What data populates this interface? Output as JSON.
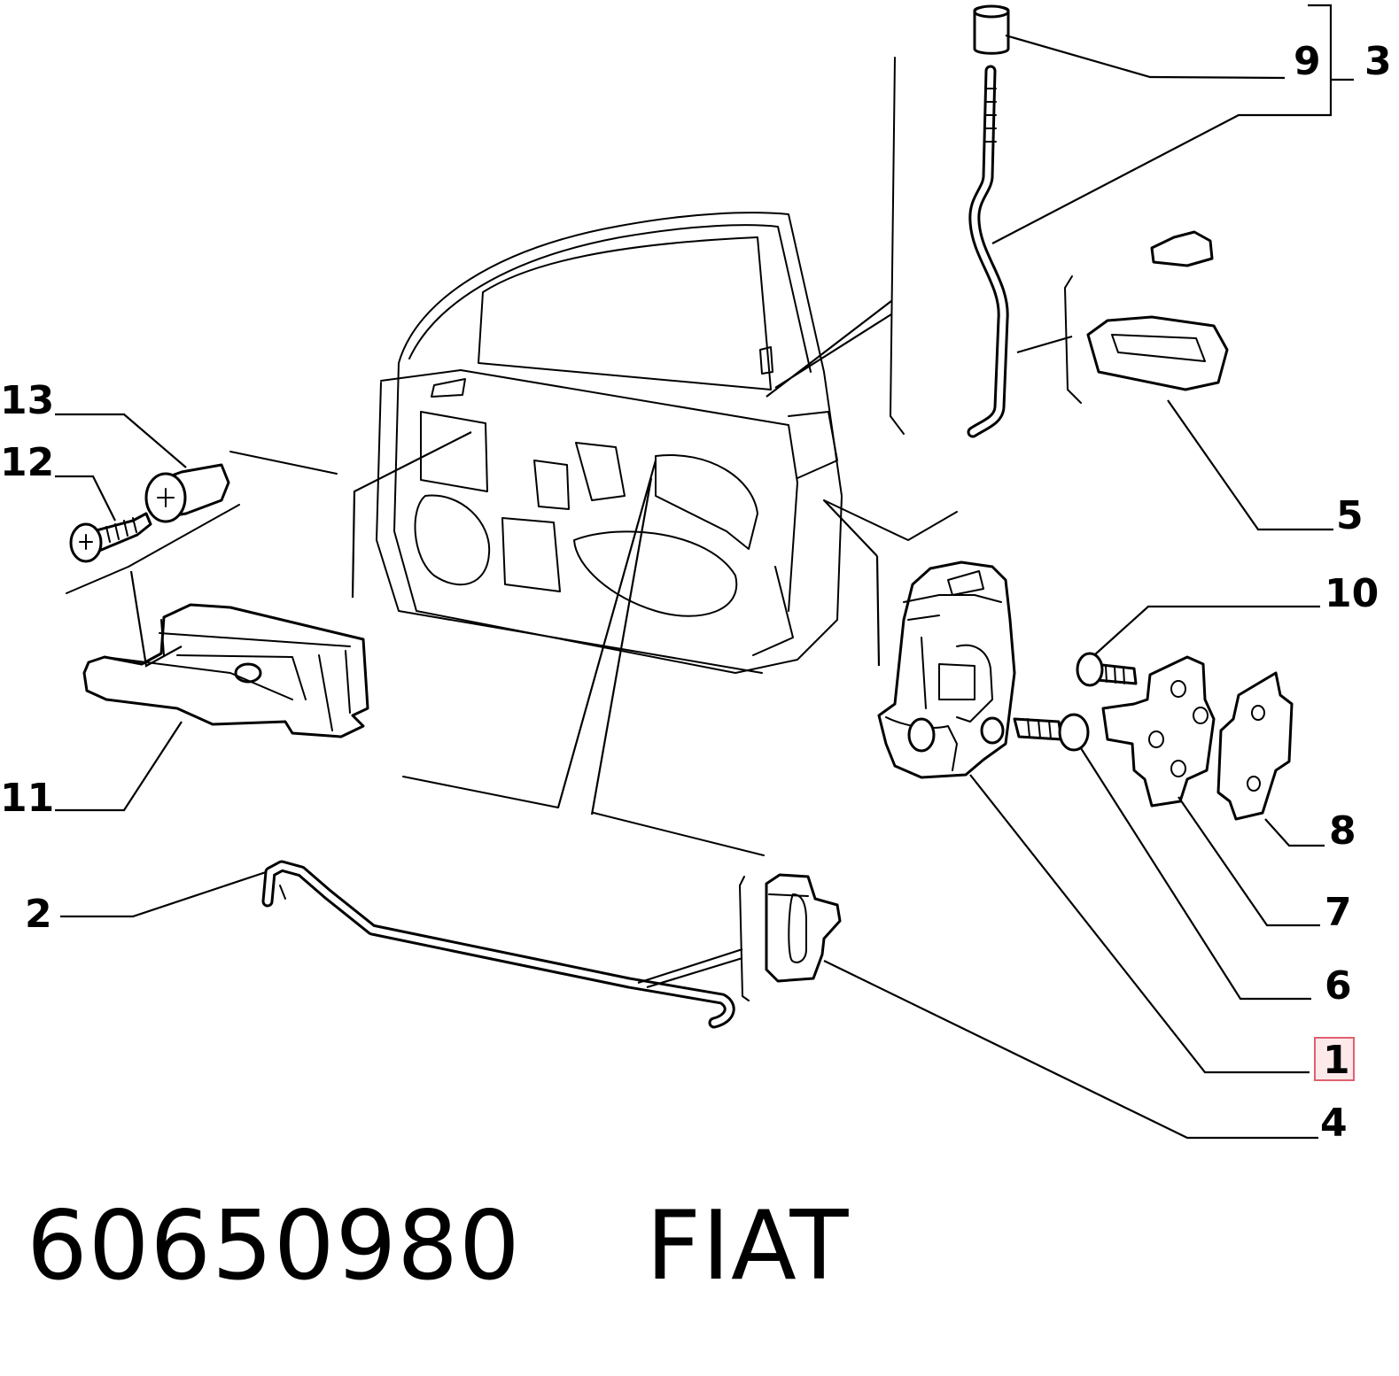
{
  "callouts": {
    "c1": "1",
    "c2": "2",
    "c3": "3",
    "c4": "4",
    "c5": "5",
    "c6": "6",
    "c7": "7",
    "c8": "8",
    "c9": "9",
    "c10": "10",
    "c11": "11",
    "c12": "12",
    "c13": "13"
  },
  "highlighted_callout": "1",
  "footer": {
    "part_number": "60650980",
    "brand": "FIAT"
  }
}
